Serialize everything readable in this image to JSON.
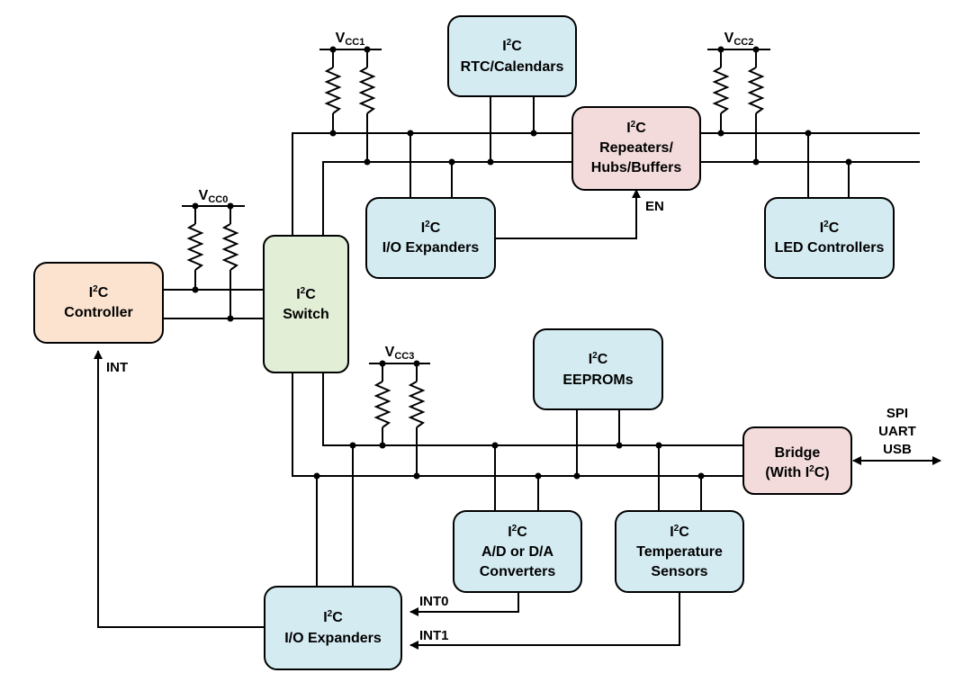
{
  "colors": {
    "blue_box": "#d4ebf2",
    "orange_box": "#fbe3d0",
    "green_box": "#e3eed7",
    "pink_box": "#f3dbdc",
    "line": "#000000"
  },
  "i2c_prefix": {
    "base": "I",
    "sup": "2",
    "tail": "C"
  },
  "blocks": {
    "controller": {
      "line2": "Controller"
    },
    "switch": {
      "line2": "Switch"
    },
    "rtc": {
      "line2": "RTC/Calendars"
    },
    "repeaters": {
      "line2": "Repeaters/",
      "line3": "Hubs/Buffers"
    },
    "io_top": {
      "line2": "I/O Expanders"
    },
    "led": {
      "line2": "LED Controllers"
    },
    "eeprom": {
      "line2": "EEPROMs"
    },
    "bridge": {
      "line1": "Bridge",
      "line2_pre": "(With I",
      "line2_sup": "2",
      "line2_post": "C)"
    },
    "adc": {
      "line2": "A/D or D/A",
      "line3": "Converters"
    },
    "temp": {
      "line2": "Temperature",
      "line3": "Sensors"
    },
    "io_bottom": {
      "line2": "I/O Expanders"
    }
  },
  "supplies": {
    "vcc0": {
      "base": "V",
      "sub": "CC0"
    },
    "vcc1": {
      "base": "V",
      "sub": "CC1"
    },
    "vcc2": {
      "base": "V",
      "sub": "CC2"
    },
    "vcc3": {
      "base": "V",
      "sub": "CC3"
    }
  },
  "signals": {
    "en": "EN",
    "int": "INT",
    "int0": "INT0",
    "int1": "INT1",
    "spi": "SPI",
    "uart": "UART",
    "usb": "USB"
  }
}
